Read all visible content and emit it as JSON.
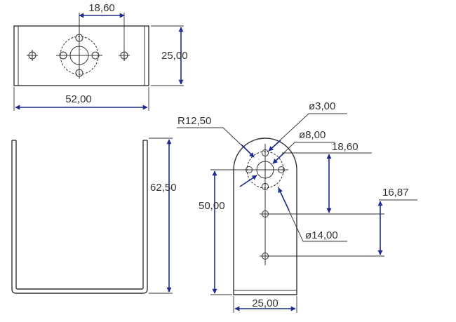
{
  "dimensions": {
    "top_hole_spacing": "18,60",
    "top_height": "25,00",
    "top_width": "52,00",
    "side_height": "62,50",
    "front_length": "50,00",
    "front_width": "25,00",
    "radius": "R12,50",
    "small_hole_dia": "ø3,00",
    "center_hole_dia": "ø8,00",
    "right_spacing": "18,60",
    "offset": "16,87",
    "circle_dia": "ø14,00"
  },
  "colors": {
    "dimension_line": "#1e2a8c",
    "outline": "#333333"
  }
}
